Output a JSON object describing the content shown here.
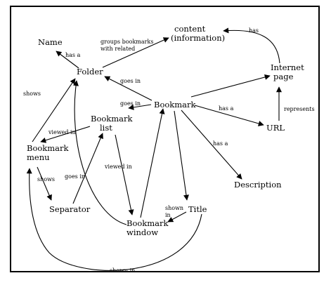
{
  "nodes": {
    "name": "Name",
    "folder": "Folder",
    "content_1": "content",
    "content_2": "(information)",
    "internet_1": "Internet",
    "internet_2": "page",
    "bookmark": "Bookmark",
    "bookmark_list_1": "Bookmark",
    "bookmark_list_2": "list",
    "bookmark_menu_1": "Bookmark",
    "bookmark_menu_2": "menu",
    "url": "URL",
    "description": "Description",
    "separator": "Separator",
    "title": "Title",
    "bookmark_window_1": "Bookmark",
    "bookmark_window_2": "window"
  },
  "labels": {
    "has_a_name": "has a",
    "groups_1": "groups bookmarks",
    "groups_2": "with related",
    "has_content": "has",
    "goes_in_folder": "goes in",
    "goes_in_list": "goes in",
    "shows": "shows",
    "has_a_url": "has a",
    "represents": "represents",
    "viewed_in_menu": "viewed in",
    "has_a_desc": "has a",
    "shows_sep": "shows",
    "goes_in_sep": "goes in",
    "viewed_in_window": "viewed in",
    "shown_in_window_1": "shown",
    "shown_in_window_2": "in",
    "shown_in_menu": "shown in"
  }
}
